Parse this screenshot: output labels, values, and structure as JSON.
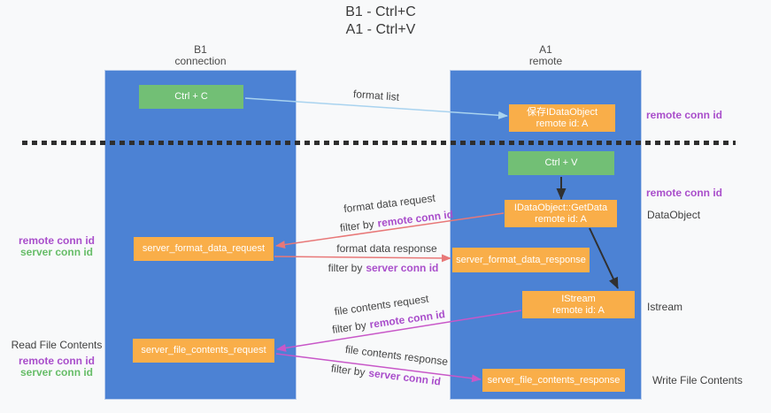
{
  "title": {
    "line1": "B1 - Ctrl+C",
    "line2": "A1 - Ctrl+V"
  },
  "columns": {
    "left": {
      "title": "B1",
      "subtitle": "connection"
    },
    "right": {
      "title": "A1",
      "subtitle": "remote"
    }
  },
  "boxes": {
    "ctrl_c": {
      "label": "Ctrl + C"
    },
    "save_dataobject": {
      "line1": "保存IDataObject",
      "line2": "remote id: A"
    },
    "ctrl_v": {
      "label": "Ctrl + V"
    },
    "getdata": {
      "line1": "IDataObject::GetData",
      "line2": "remote id: A"
    },
    "server_format_data_request": {
      "label": "server_format_data_request"
    },
    "server_format_data_response": {
      "label": "server_format_data_response"
    },
    "istream": {
      "line1": "IStream",
      "line2": "remote id: A"
    },
    "server_file_contents_request": {
      "label": "server_file_contents_request"
    },
    "server_file_contents_response": {
      "label": "server_file_contents_response"
    }
  },
  "flow_labels": {
    "format_list": "format list",
    "format_data_request": {
      "text": "format data request",
      "filter_prefix": "filter by",
      "filter_key": "remote conn id"
    },
    "format_data_response": {
      "text": "format data response",
      "filter_prefix": "filter by",
      "filter_key": "server conn id"
    },
    "file_contents_request": {
      "text": "file contents request",
      "filter_prefix": "filter by",
      "filter_key": "remote conn id"
    },
    "file_contents_response": {
      "text": "file contents response",
      "filter_prefix": "filter by",
      "filter_key": "server conn id"
    }
  },
  "side_labels": {
    "right_remote_conn_id_top": "remote conn id",
    "right_remote_conn_id_mid": "remote conn id",
    "right_dataobject": "DataObject",
    "right_istream": "Istream",
    "right_write_file_contents": "Write File Contents",
    "left_remote_conn_id_top": "remote conn id",
    "left_server_conn_id_top": "server conn id",
    "left_read_file_contents": "Read File Contents",
    "left_remote_conn_id_bottom": "remote conn id",
    "left_server_conn_id_bottom": "server conn id"
  },
  "colors": {
    "column_blue": "#4c82d4",
    "box_green": "#72bf75",
    "box_orange": "#f9ae49",
    "arrow_light_blue": "#a9d3ef",
    "arrow_salmon": "#e87878",
    "arrow_magenta": "#c857c8",
    "arrow_black": "#303030",
    "label_purple": "#a94ecb",
    "label_green": "#67bd68"
  }
}
